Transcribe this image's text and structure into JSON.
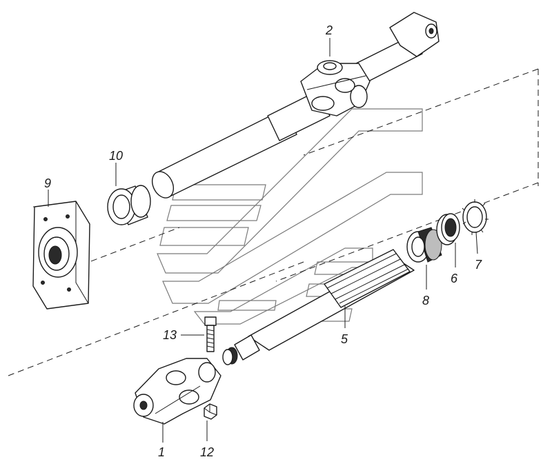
{
  "callouts": [
    {
      "id": "1",
      "label": "1"
    },
    {
      "id": "2",
      "label": "2"
    },
    {
      "id": "5",
      "label": "5"
    },
    {
      "id": "6",
      "label": "6"
    },
    {
      "id": "7",
      "label": "7"
    },
    {
      "id": "8",
      "label": "8"
    },
    {
      "id": "9",
      "label": "9"
    },
    {
      "id": "10",
      "label": "10"
    },
    {
      "id": "12",
      "label": "12"
    },
    {
      "id": "13",
      "label": "13"
    }
  ],
  "colors": {
    "line": "#1a1a1a",
    "background": "#ffffff",
    "watermark": "#7a7a7a"
  }
}
